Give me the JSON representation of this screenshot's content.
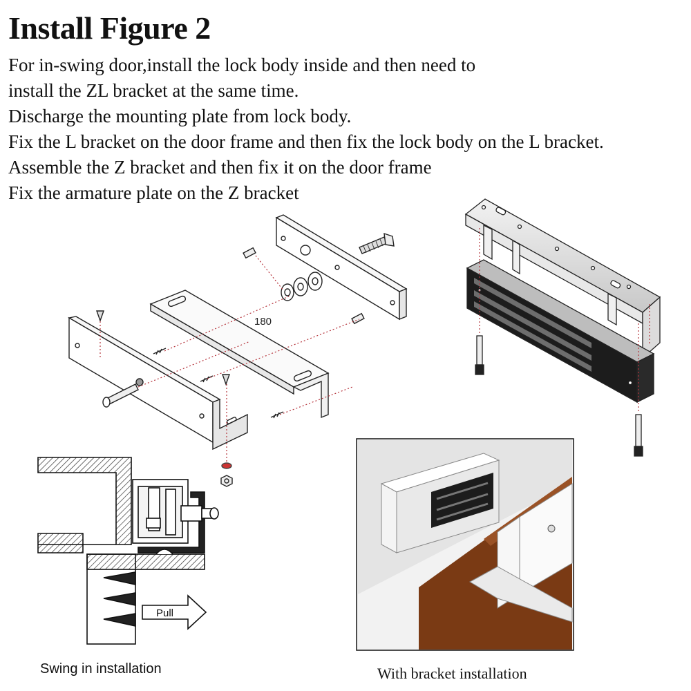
{
  "title": "Install Figure 2",
  "steps": [
    "For in-swing door,install the lock body inside and then need to",
    "install the ZL bracket at the same time.",
    "Discharge the mounting plate from lock body.",
    "Fix the L bracket on the door frame and then fix the lock body on the L bracket.",
    "Assemble the Z bracket and then fix it on the door frame",
    "Fix the armature plate on the Z bracket"
  ],
  "diagram": {
    "dimension_label": "180",
    "pull_label": "Pull"
  },
  "captions": {
    "swing": "Swing in installation",
    "bracket": "With bracket installation"
  },
  "colors": {
    "door_brown": "#7a3a14",
    "lock_dark": "#1c1c1c",
    "guide_red": "#b5323a"
  }
}
